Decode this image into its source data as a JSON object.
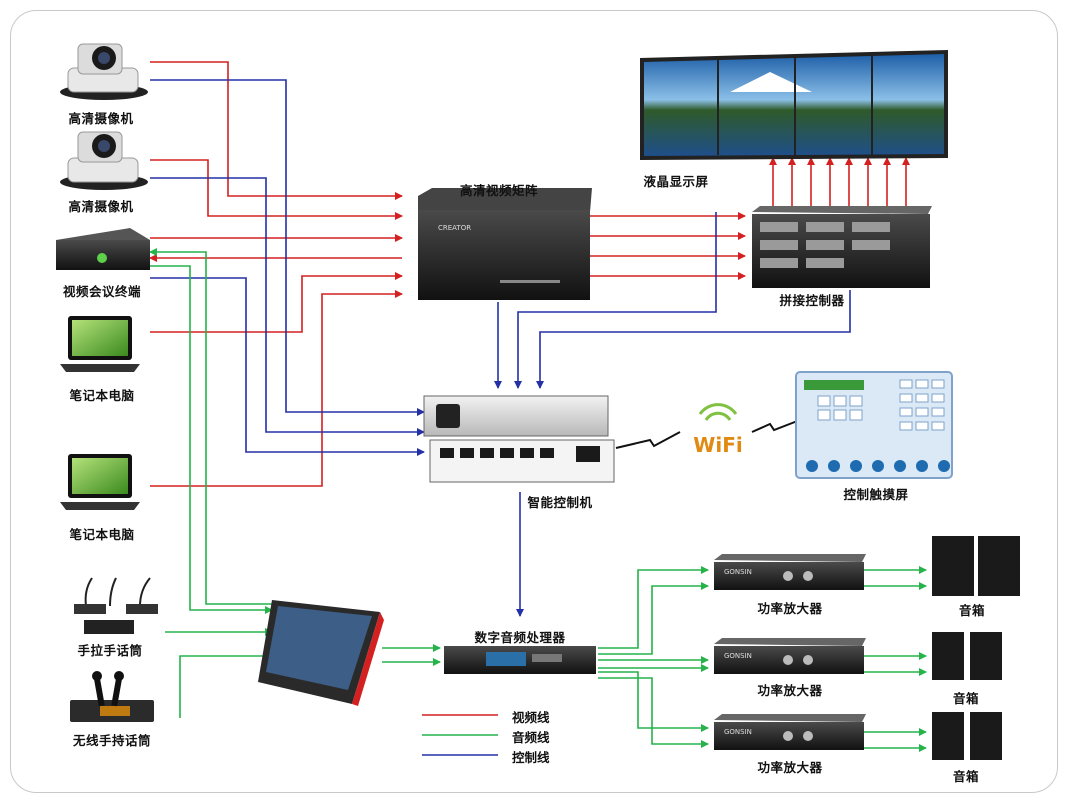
{
  "devices": {
    "camera_1": "高清摄像机",
    "camera_2": "高清摄像机",
    "video_conf": "视频会议终端",
    "laptop_1": "笔记本电脑",
    "laptop_2": "笔记本电脑",
    "matrix": "高清视频矩阵",
    "lcd_wall": "液晶显示屏",
    "splicer": "拼接控制器",
    "central_ctrl": "智能控制机",
    "touch_panel": "控制触摸屏",
    "wifi": "WiFi",
    "mic_gooseneck": "手拉手话筒",
    "mic_wireless": "无线手持话筒",
    "dsp": "数字音频处理器",
    "amp_1": "功率放大器",
    "amp_2": "功率放大器",
    "amp_3": "功率放大器",
    "speaker_1": "音箱",
    "speaker_2": "音箱",
    "speaker_3": "音箱",
    "matrix_brand": "CREATOR",
    "amp_brand": "GONSIN"
  },
  "legend": [
    {
      "label": "视频线",
      "color": "#d42020"
    },
    {
      "label": "音频线",
      "color": "#25b34a"
    },
    {
      "label": "控制线",
      "color": "#2430a6"
    }
  ]
}
